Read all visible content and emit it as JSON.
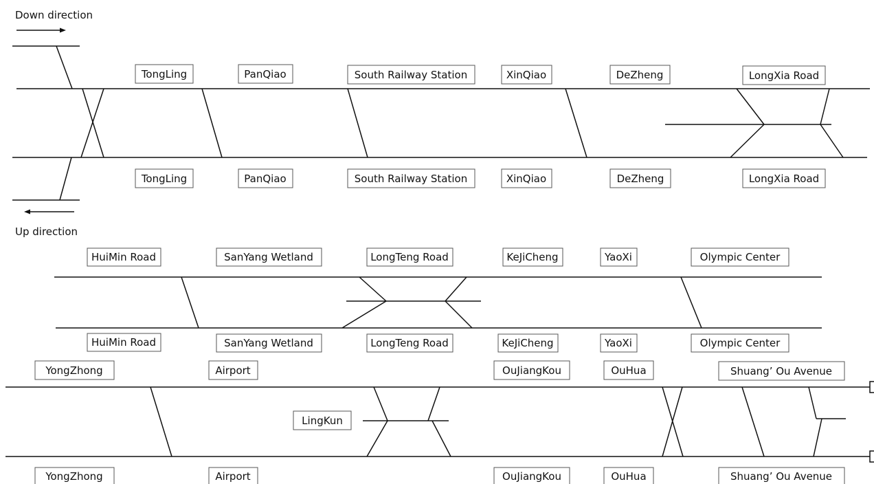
{
  "directions": {
    "down": "Down direction",
    "up": "Up direction"
  },
  "sections": [
    {
      "id": "section-1",
      "stations_top": [
        "TongLing",
        "PanQiao",
        "South Railway Station",
        "XinQiao",
        "DeZheng",
        "LongXia Road"
      ],
      "stations_bottom": [
        "TongLing",
        "PanQiao",
        "South Railway Station",
        "XinQiao",
        "DeZheng",
        "LongXia Road"
      ]
    },
    {
      "id": "section-2",
      "stations_top": [
        "HuiMin Road",
        "SanYang Wetland",
        "LongTeng Road",
        "KeJiCheng",
        "YaoXi",
        "Olympic Center"
      ],
      "stations_bottom": [
        "HuiMin Road",
        "SanYang Wetland",
        "LongTeng Road",
        "KeJiCheng",
        "YaoXi",
        "Olympic Center"
      ]
    },
    {
      "id": "section-3",
      "stations_top": [
        "YongZhong",
        "Airport",
        "OuJiangKou",
        "OuHua",
        "Shuang’ Ou Avenue"
      ],
      "stations_middle": [
        "LingKun"
      ],
      "stations_bottom": [
        "YongZhong",
        "Airport",
        "OuJiangKou",
        "OuHua",
        "Shuang’ Ou Avenue"
      ]
    }
  ]
}
